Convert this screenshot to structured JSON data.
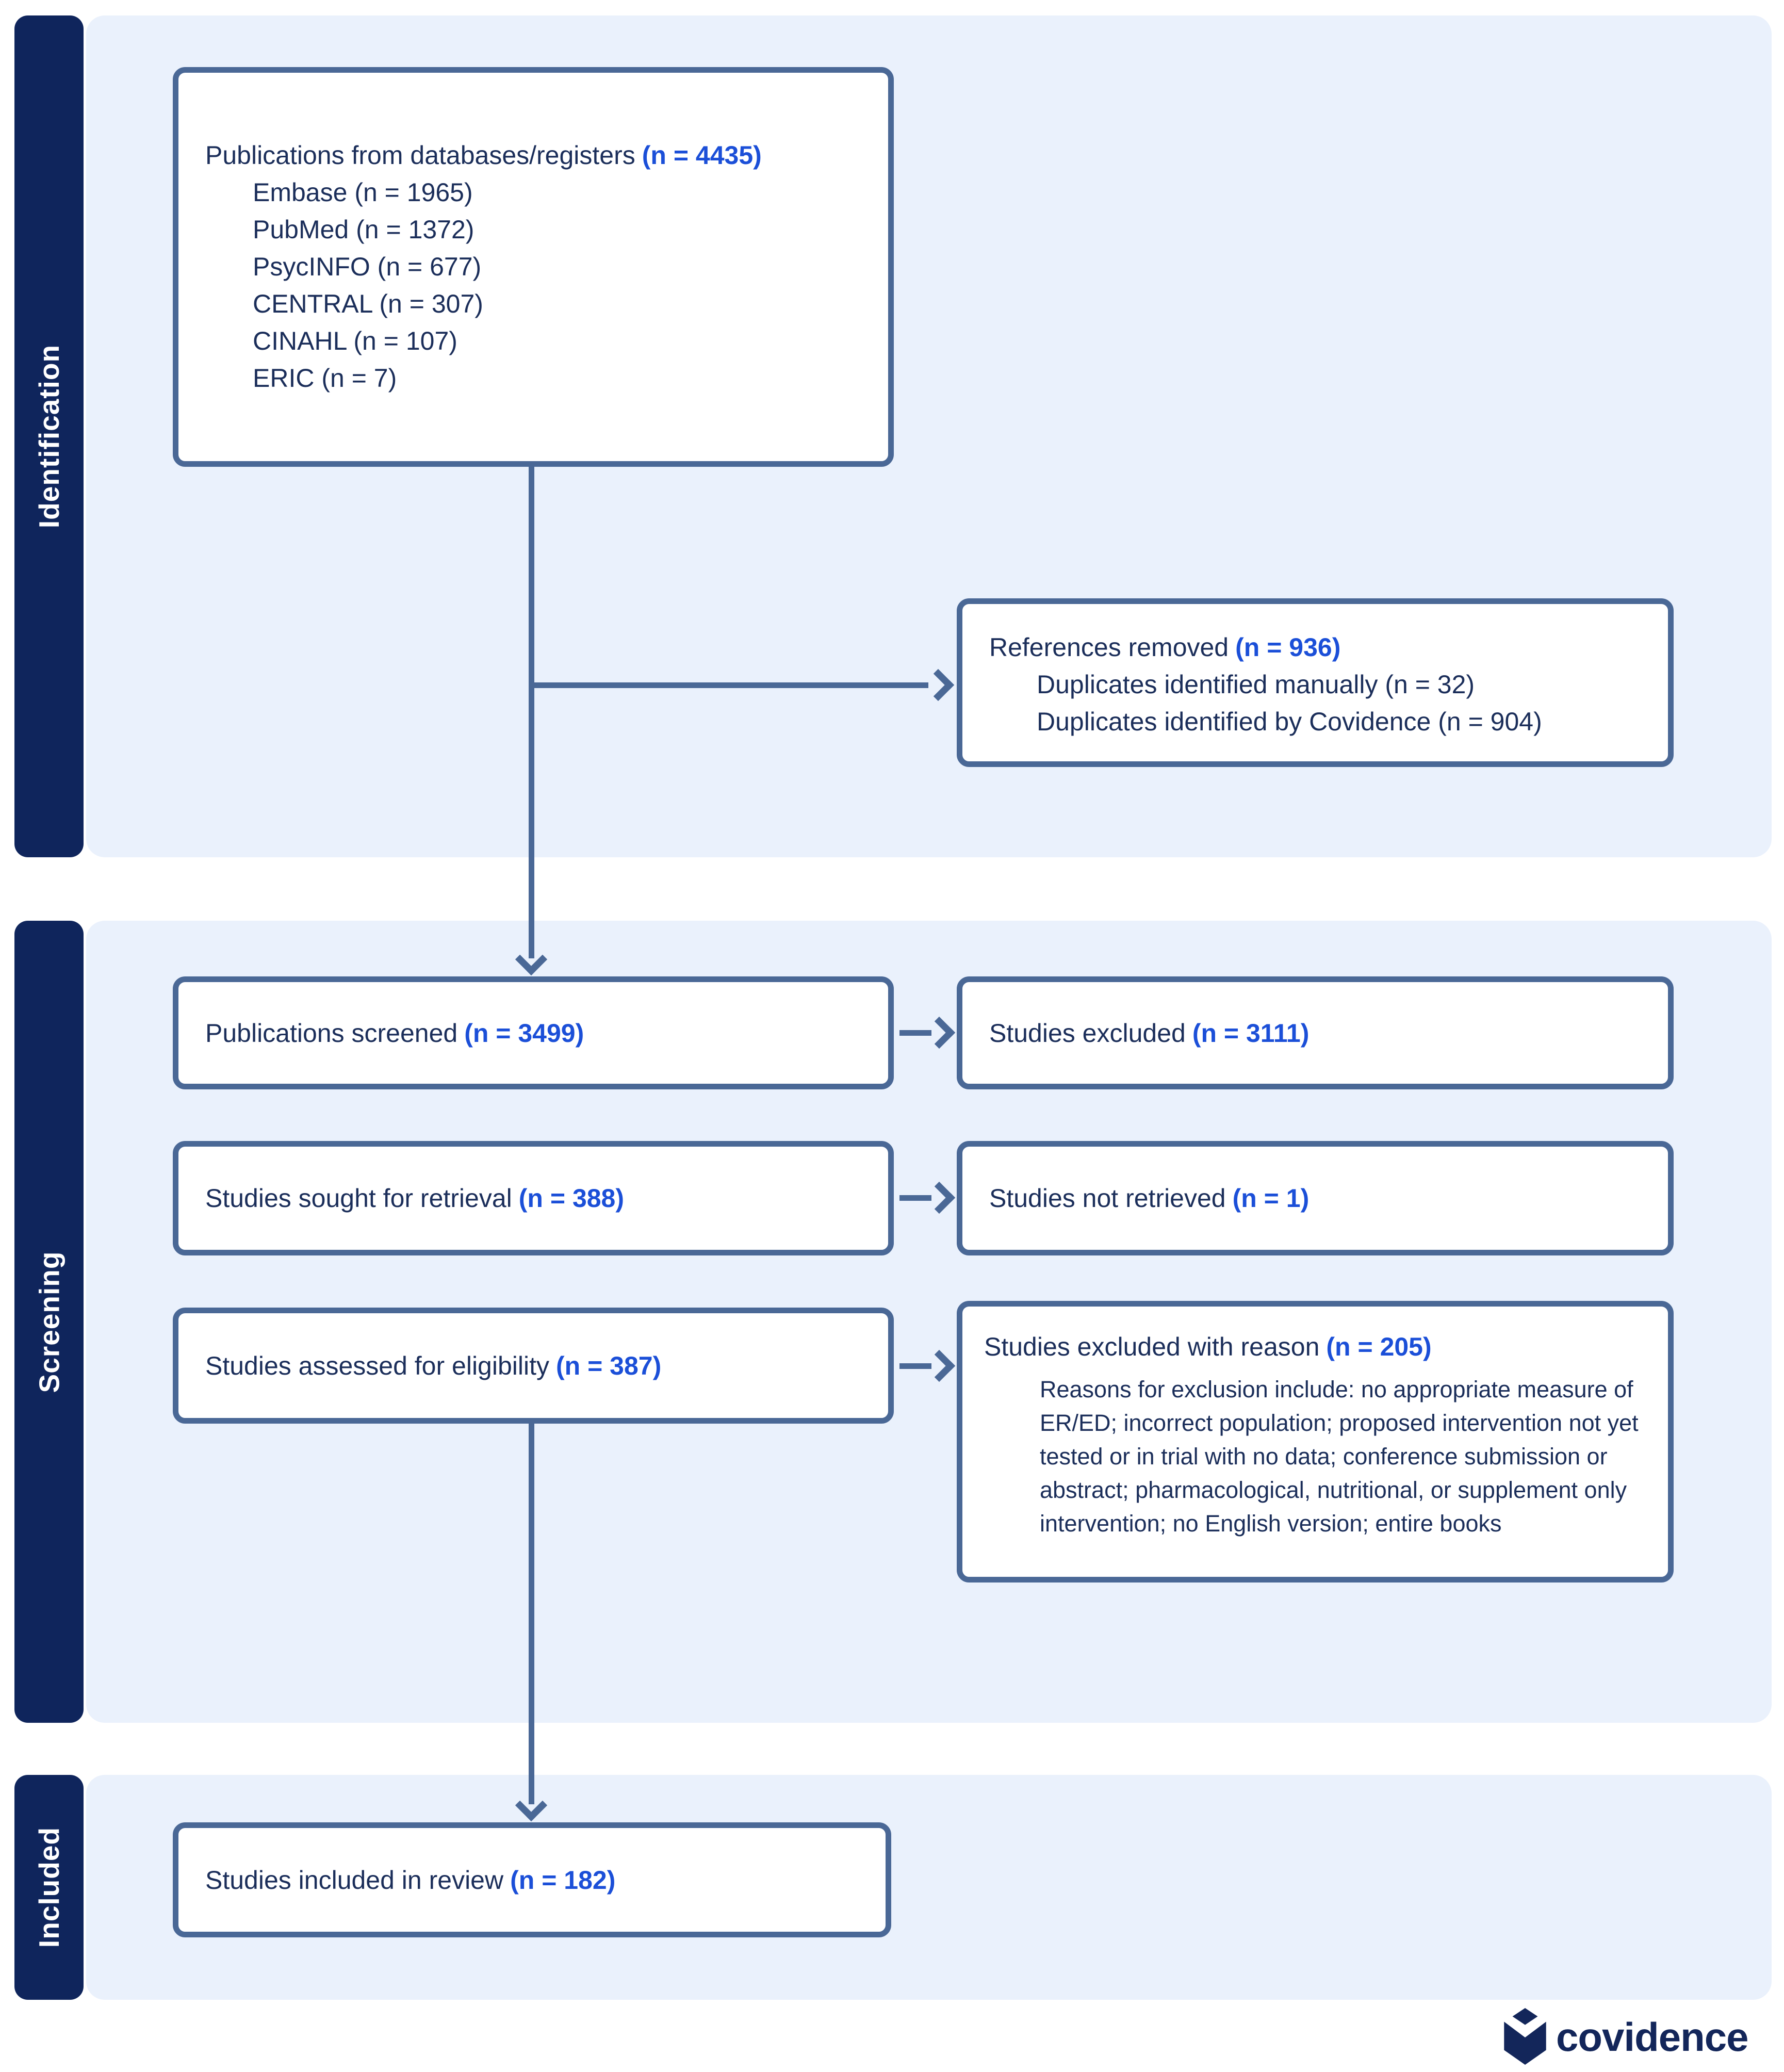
{
  "sidebar": {
    "sections": [
      {
        "label": "Identification"
      },
      {
        "label": "Screening"
      },
      {
        "label": "Included"
      }
    ]
  },
  "boxes": {
    "databases": {
      "title": "Publications from databases/registers",
      "count": "(n = 4435)",
      "items": [
        "Embase (n = 1965)",
        "PubMed (n = 1372)",
        "PsycINFO (n = 677)",
        "CENTRAL (n = 307)",
        "CINAHL (n = 107)",
        "ERIC (n = 7)"
      ]
    },
    "references_removed": {
      "title": "References removed",
      "count": "(n = 936)",
      "items": [
        "Duplicates identified manually (n = 32)",
        "Duplicates identified by Covidence (n = 904)"
      ]
    },
    "screened": {
      "title": "Publications screened",
      "count": "(n = 3499)"
    },
    "excluded": {
      "title": "Studies excluded",
      "count": "(n = 3111)"
    },
    "sought": {
      "title": "Studies sought for retrieval",
      "count": "(n = 388)"
    },
    "not_retrieved": {
      "title": "Studies not retrieved",
      "count": "(n = 1)"
    },
    "assessed": {
      "title": "Studies assessed for eligibility",
      "count": "(n = 387)"
    },
    "excluded_reason": {
      "title": "Studies excluded with reason",
      "count": "(n = 205)",
      "paragraph": "Reasons for exclusion include: no appropriate measure of ER/ED; incorrect population; proposed intervention not yet tested or in trial with no data; conference submission or abstract; pharmacological, nutritional, or supplement only intervention; no English version; entire books"
    },
    "included": {
      "title": "Studies included in review",
      "count": "(n = 182)"
    }
  },
  "footer": {
    "brand": "covidence",
    "icon": "covidence-book-mark-icon"
  },
  "colors": {
    "navy": "#0f255c",
    "text_navy": "#1b2e5a",
    "accent_blue": "#1b4fd8",
    "slate_border": "#4a6896",
    "band_blue": "#eaf1fc"
  }
}
